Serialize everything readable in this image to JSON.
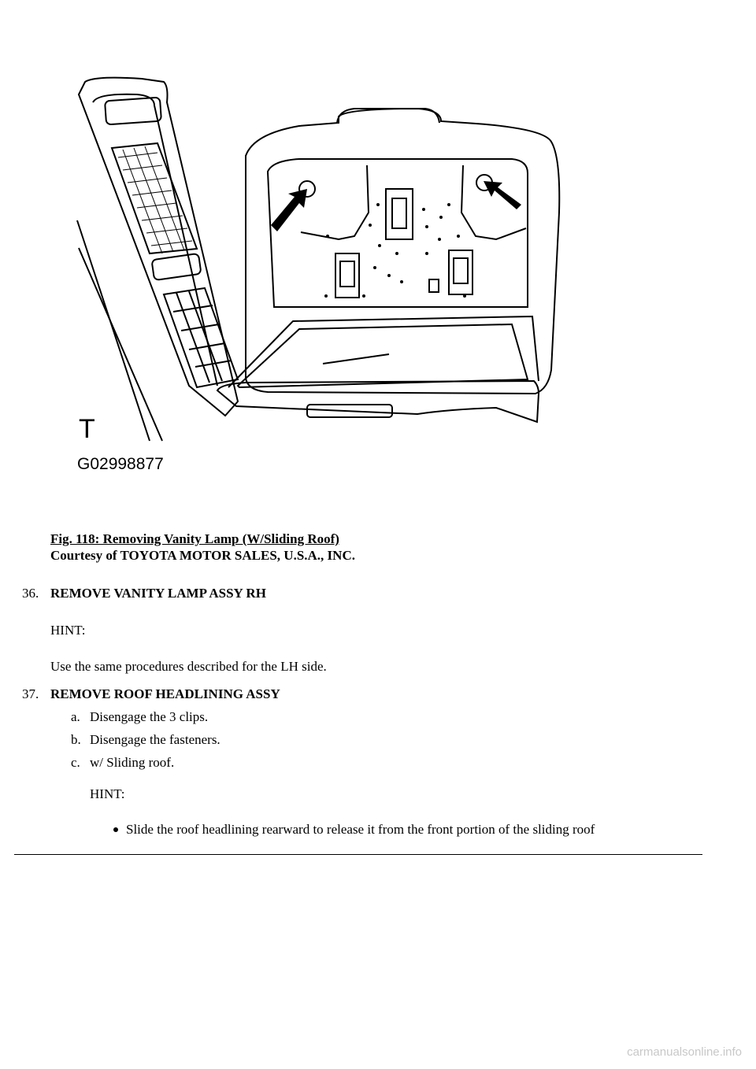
{
  "figure": {
    "label_t": "T",
    "label_code": "G02998877"
  },
  "caption": {
    "title": "Fig. 118: Removing Vanity Lamp (W/Sliding Roof)",
    "courtesy": "Courtesy of TOYOTA MOTOR SALES, U.S.A., INC."
  },
  "steps": [
    {
      "number": "36.",
      "title": "REMOVE VANITY LAMP ASSY RH",
      "hint": "HINT:",
      "text": "Use the same procedures described for the LH side."
    },
    {
      "number": "37.",
      "title": "REMOVE ROOF HEADLINING ASSY",
      "substeps": [
        {
          "letter": "a.",
          "text": "Disengage the 3 clips."
        },
        {
          "letter": "b.",
          "text": "Disengage the fasteners."
        },
        {
          "letter": "c.",
          "text": "w/ Sliding roof."
        }
      ],
      "hint": "HINT:",
      "bullets": [
        "Slide the roof headlining rearward to release it from the front portion of the sliding roof"
      ]
    }
  ],
  "footer": {
    "watermark": "carmanualsonline.info"
  }
}
